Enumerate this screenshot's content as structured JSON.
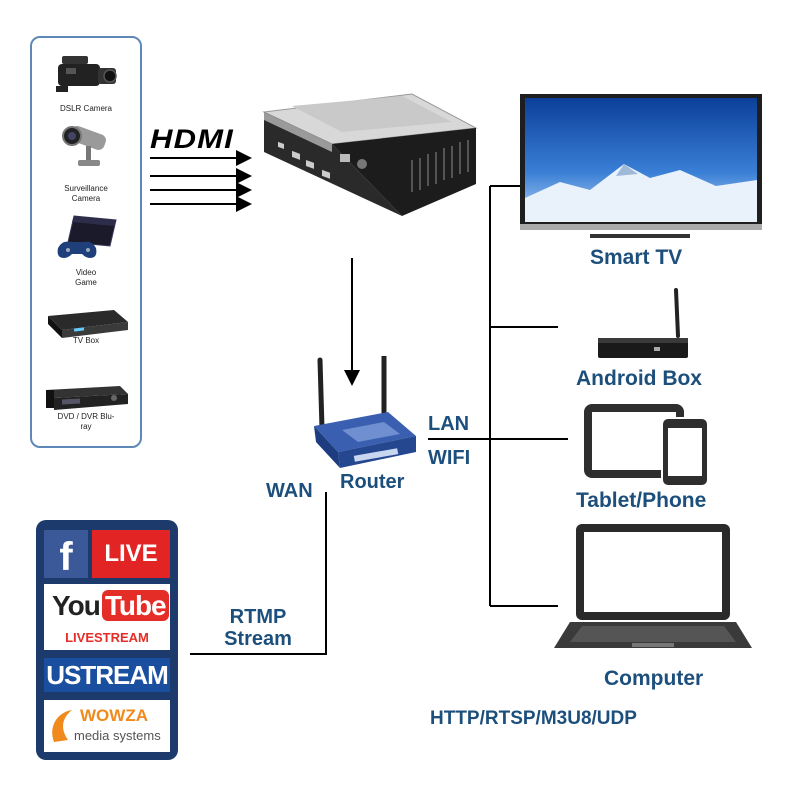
{
  "sources": [
    {
      "label": "DSLR Camera",
      "icon": "camcorder-icon"
    },
    {
      "label": "Surveillance Camera",
      "icon": "surveillance-camera-icon"
    },
    {
      "label": "Video Game",
      "icon": "game-console-icon"
    },
    {
      "label": "TV Box",
      "icon": "tv-box-icon"
    },
    {
      "label": "DVD / DVR Blu-ray",
      "icon": "dvd-player-icon"
    }
  ],
  "hdmi_logo": "HDMI",
  "encoder": {
    "icon": "hdmi-video-encoder-icon"
  },
  "router": {
    "label": "Router",
    "wan_label": "WAN",
    "lan_label": "LAN",
    "wifi_label": "WIFI"
  },
  "rtmp": {
    "line1": "RTMP",
    "line2": "Stream"
  },
  "platforms": {
    "facebook_live": "LIVE",
    "youtube_you": "You",
    "youtube_tube": "Tube",
    "youtube_sub": "LIVESTREAM",
    "ustream": "USTREAM",
    "wowza": "WOWZA",
    "wowza_sub": "media systems"
  },
  "outputs": [
    {
      "label": "Smart TV",
      "icon": "smart-tv-icon"
    },
    {
      "label": "Android Box",
      "icon": "android-box-icon"
    },
    {
      "label": "Tablet/Phone",
      "icon": "tablet-phone-icon"
    },
    {
      "label": "Computer",
      "icon": "laptop-icon"
    }
  ],
  "protocols": "HTTP/RTSP/M3U8/UDP",
  "colors": {
    "label_blue": "#1d4f7c",
    "panel_navy": "#1c3a6b",
    "frame_blue": "#5e88b8",
    "facebook_blue": "#3b5998",
    "live_red": "#e32424",
    "youtube_red": "#e52d27",
    "ustream_blue": "#1a4fa0",
    "wowza_orange": "#f08a1c"
  }
}
